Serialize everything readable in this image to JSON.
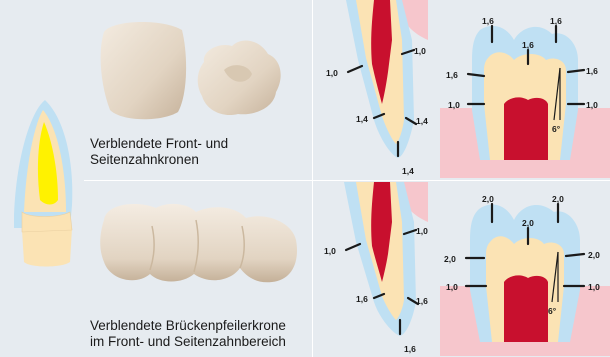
{
  "captions": {
    "crowns": [
      "Verblendete Front- und",
      "Seitenzahnkronen"
    ],
    "bridge": [
      "Verblendete Brückenpfeilerkrone",
      "im Front- und Seitenzahnbereich"
    ]
  },
  "crown_front": {
    "labels": [
      "1,0",
      "1,0",
      "1,4",
      "1,4",
      "1,4"
    ]
  },
  "crown_molar": {
    "labels": [
      "1,6",
      "1,6",
      "1,6",
      "1,6",
      "1,6",
      "1,0",
      "1,0",
      "6°"
    ]
  },
  "bridge_front": {
    "labels": [
      "1,0",
      "1,0",
      "1,6",
      "1,6",
      "1,6"
    ]
  },
  "bridge_molar": {
    "labels": [
      "2,0",
      "2,0",
      "2,0",
      "2,0",
      "2,0",
      "1,0",
      "1,0",
      "6°"
    ]
  },
  "colors": {
    "background": "#e6ebf0",
    "enamel_blue": "#bfe0f3",
    "dentin": "#fbe3b4",
    "pulp": "#c8102e",
    "gum": "#f6c6cc",
    "incisor_core": "#fff200"
  }
}
